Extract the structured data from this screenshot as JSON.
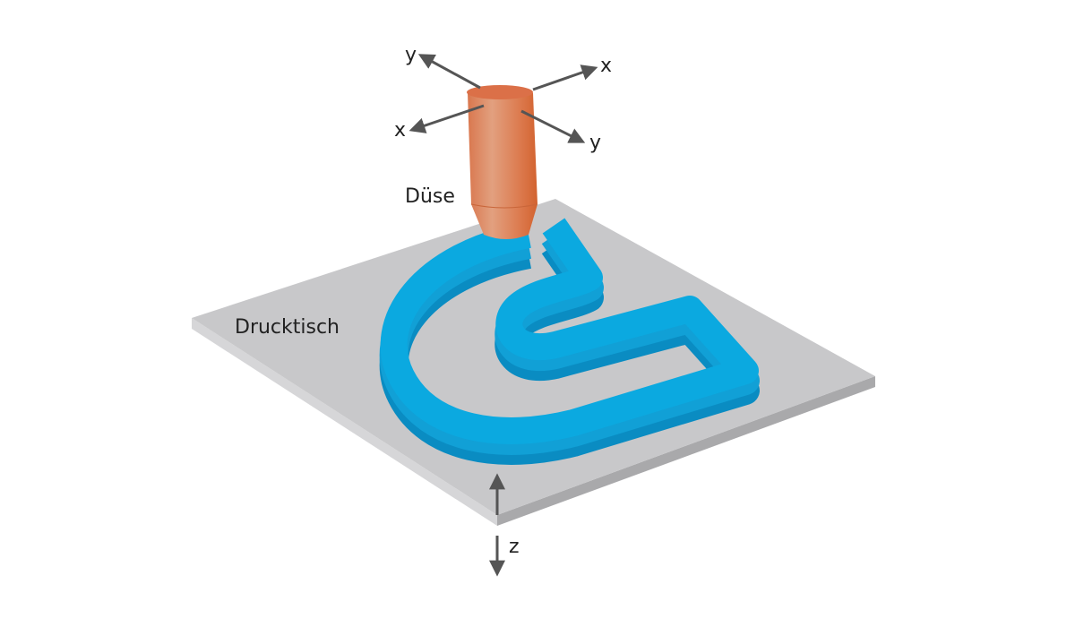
{
  "labels": {
    "nozzle": "Düse",
    "print_bed": "Drucktisch",
    "axis_x_right": "x",
    "axis_x_left": "x",
    "axis_y_top": "y",
    "axis_y_bottom": "y",
    "axis_z": "z"
  },
  "colors": {
    "bed_top": "#c8c8ca",
    "bed_side": "#a9a9ab",
    "print_top": "#0ba9e0",
    "print_side": "#0a8cc2",
    "nozzle": "#e07a4f",
    "arrow": "#555555"
  }
}
